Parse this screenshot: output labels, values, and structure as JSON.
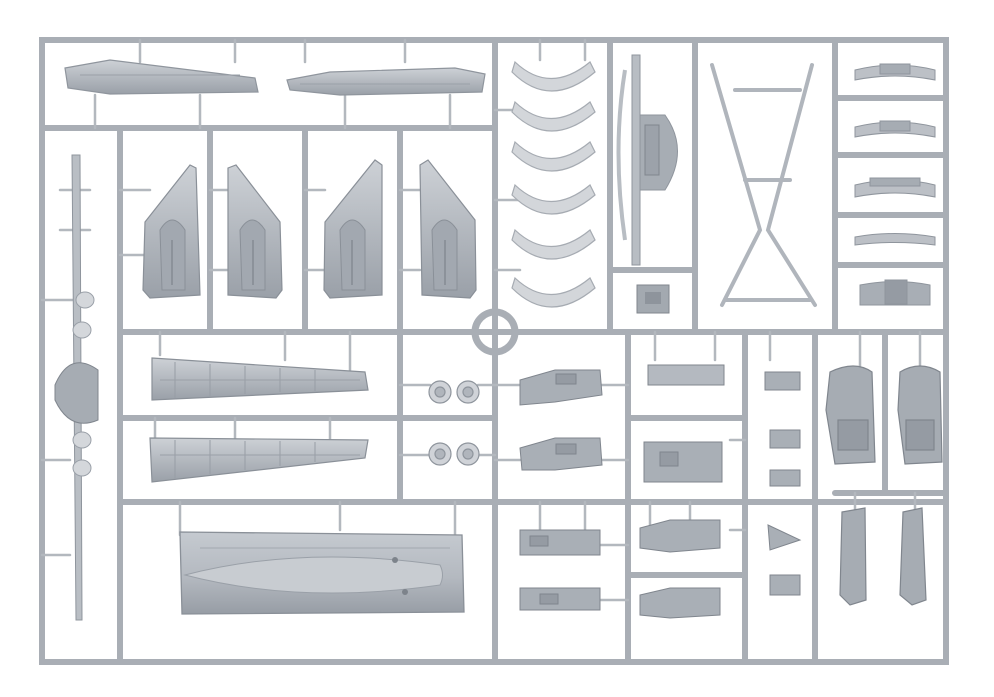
{
  "photo": {
    "subject": "sprue",
    "colors": {
      "background": "#ffffff",
      "plastic": "#b4b9c0",
      "plastic_dark": "#8f959d",
      "plastic_light": "#cdd1d6",
      "runner": "#a9aeb5"
    }
  },
  "parts": [
    {
      "name": "wing-strip-left-part"
    },
    {
      "name": "wing-strip-right-part"
    },
    {
      "name": "nacelle-panel-1-part"
    },
    {
      "name": "nacelle-panel-2-part"
    },
    {
      "name": "nacelle-panel-3-part"
    },
    {
      "name": "nacelle-panel-4-part"
    },
    {
      "name": "curved-ribs-part"
    },
    {
      "name": "vertical-frame-part"
    },
    {
      "name": "x-struts-part"
    },
    {
      "name": "small-brackets-part"
    },
    {
      "name": "wing-panel-upper-part"
    },
    {
      "name": "wing-panel-lower-part"
    },
    {
      "name": "fuselage-half-part"
    },
    {
      "name": "wheels-part"
    },
    {
      "name": "cockpit-parts-part"
    },
    {
      "name": "seats-part"
    }
  ]
}
